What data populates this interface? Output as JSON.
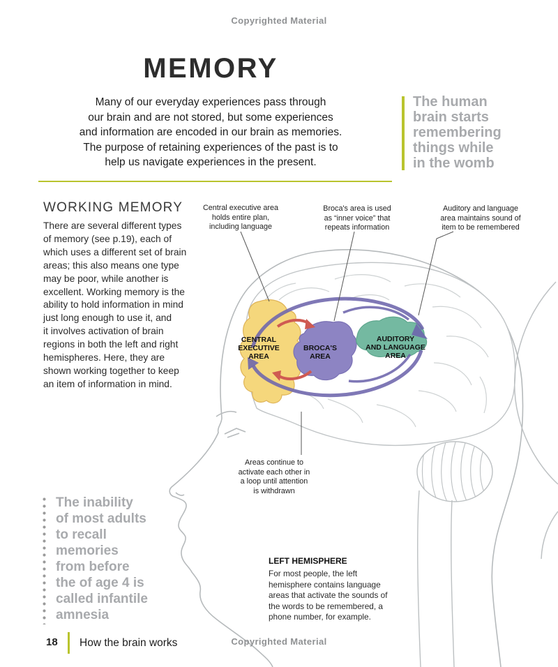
{
  "page": {
    "copyright_top": "Copyrighted Material",
    "copyright_bottom": "Copyrighted Material",
    "title": "MEMORY",
    "intro": "Many of our everyday experiences pass through\nour brain and are not stored, but some experiences\nand information are encoded in our brain as memories.\nThe purpose of retaining experiences of the past is to\nhelp us navigate experiences in the present."
  },
  "quotes": {
    "right": "The human\nbrain starts\nremembering\nthings while\nin the womb",
    "left": "The inability\nof most adults\nto recall\nmemories\nfrom before\nthe of age 4 is\ncalled infantile\namnesia"
  },
  "working_memory": {
    "heading": "WORKING MEMORY",
    "body": "There are several different types\nof memory (see p.19), each of\nwhich uses a different set of brain\nareas; this also means one type\nmay be poor, while another is\nexcellent. Working memory is the\nability to hold information in mind\njust long enough to use it, and\nit involves activation of brain\nregions in both the left and right\nhemispheres. Here, they are\nshown working together to keep\nan item of information in mind."
  },
  "diagram": {
    "annotations": {
      "central": "Central executive area\nholds entire plan,\nincluding language",
      "broca": "Broca's area is used\nas “inner voice” that\nrepeats information",
      "auditory": "Auditory and language\narea maintains sound of\nitem to be remembered",
      "loop": "Areas continue to\nactivate each other in\na loop until attention\nis withdrawn"
    },
    "regions": {
      "central": {
        "label": "CENTRAL\nEXECUTIVE\nAREA",
        "color": "#f5d77c"
      },
      "broca": {
        "label": "BROCA'S\nAREA",
        "color": "#8d84c3"
      },
      "auditory": {
        "label": "AUDITORY\nAND LANGUAGE\nAREA",
        "color": "#74b9a1"
      }
    },
    "caption": {
      "title": "LEFT HEMISPHERE",
      "body": "For most people, the left\nhemisphere contains language\nareas that activate the sounds of\nthe words to be remembered, a\nphone number, for example."
    }
  },
  "footer": {
    "page_number": "18",
    "book_title": "How the brain works"
  },
  "colors": {
    "accent_green": "#b9c42e",
    "quote_gray": "#a8aaad",
    "loop_purple": "#6e66ad",
    "arrow_red": "#cf5a52"
  }
}
